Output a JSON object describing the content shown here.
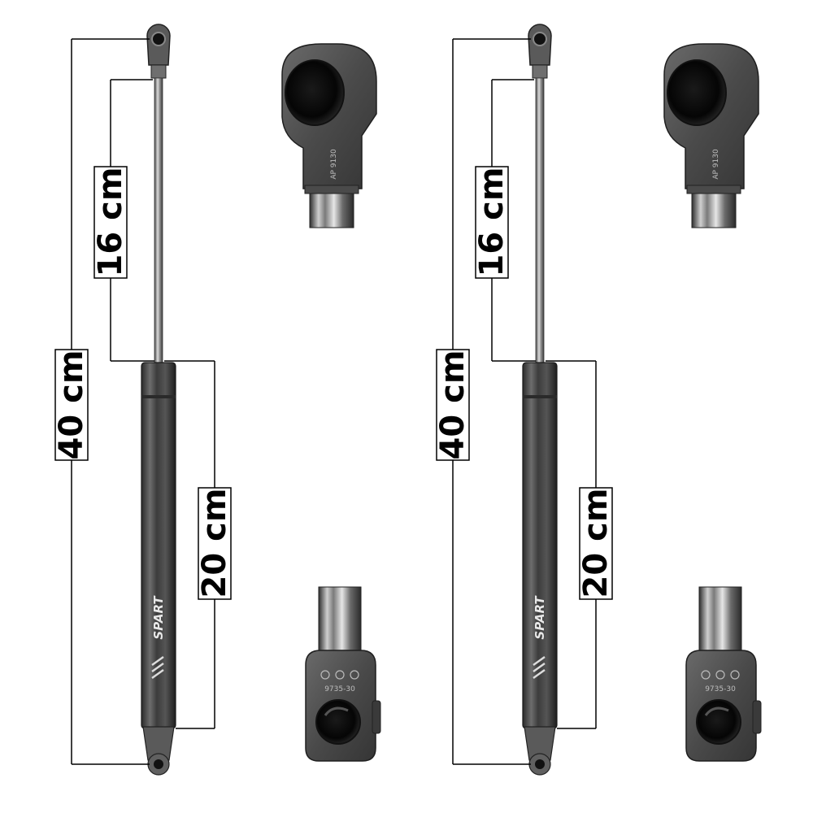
{
  "measurements": {
    "total_length": "40 cm",
    "stroke_length": "16 cm",
    "body_length": "20 cm"
  },
  "brand": "SPART",
  "fitting_codes": {
    "top": "AP 9130",
    "bottom": "9735-30"
  },
  "colors": {
    "background": "#ffffff",
    "line": "#000000",
    "metal_dark": "#3a3a3a",
    "metal_light": "#9a9a9a"
  }
}
